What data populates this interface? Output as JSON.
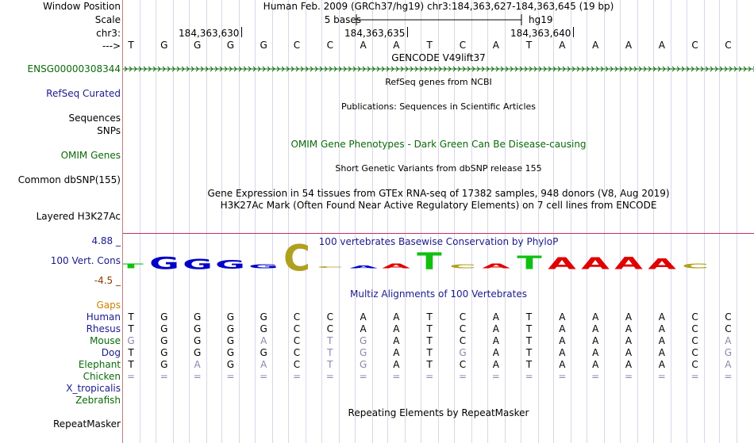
{
  "header": {
    "window_position_label": "Window Position",
    "scale_label": "Scale",
    "chrom_label": "chr3:",
    "arrow_label": "--->",
    "position_text": "Human Feb. 2009 (GRCh37/hg19)   chr3:184,363,627-184,363,645 (19 bp)",
    "scale_text": "5 bases",
    "assembly": "hg19",
    "ruler_ticks": [
      "184,363,630",
      "184,363,635",
      "184,363,640"
    ],
    "sequence": [
      "T",
      "G",
      "G",
      "G",
      "G",
      "C",
      "C",
      "A",
      "A",
      "T",
      "C",
      "A",
      "T",
      "A",
      "A",
      "A",
      "A",
      "C",
      "C"
    ]
  },
  "tracks": {
    "gencode_title": "GENCODE V49lift37",
    "gencode_label": "ENSG00000308344",
    "refseq_title": "RefSeq genes from NCBI",
    "refseq_label": "RefSeq Curated",
    "publications_title": "Publications: Sequences in Scientific Articles",
    "sequences_label": "Sequences",
    "snps_label": "SNPs",
    "omim_title": "OMIM Gene Phenotypes - Dark Green Can Be Disease-causing",
    "omim_label": "OMIM Genes",
    "dbsnp_title": "Short Genetic Variants from dbSNP release 155",
    "dbsnp_label": "Common dbSNP(155)",
    "gtex_title": "Gene Expression in 54 tissues from GTEx RNA-seq of 17382 samples, 948 donors (V8, Aug 2019)",
    "h3k27_title": "H3K27Ac Mark (Often Found Near Active Regulatory Elements) on 7 cell lines from ENCODE",
    "h3k27_label": "Layered H3K27Ac",
    "cons_title": "100 vertebrates Basewise Conservation by PhyloP",
    "cons_label": "100 Vert. Cons",
    "cons_ymax": "4.88 _",
    "cons_ymin": "-4.5 _",
    "multiz_title": "Multiz Alignments of 100 Vertebrates",
    "gaps_label": "Gaps",
    "repeat_title": "Repeating Elements by RepeatMasker",
    "repeat_label": "RepeatMasker"
  },
  "alignment": [
    {
      "species": "Human",
      "color": "#1a1a8c",
      "bases": [
        "T",
        "G",
        "G",
        "G",
        "G",
        "C",
        "C",
        "A",
        "A",
        "T",
        "C",
        "A",
        "T",
        "A",
        "A",
        "A",
        "A",
        "C",
        "C"
      ]
    },
    {
      "species": "Rhesus",
      "color": "#1a1a8c",
      "bases": [
        "T",
        "G",
        "G",
        "G",
        "G",
        "C",
        "C",
        "A",
        "A",
        "T",
        "C",
        "A",
        "T",
        "A",
        "A",
        "A",
        "A",
        "C",
        "C"
      ]
    },
    {
      "species": "Mouse",
      "color": "#0a6a0a",
      "bases": [
        "G",
        "G",
        "G",
        "G",
        "A",
        "C",
        "T",
        "G",
        "A",
        "T",
        "C",
        "A",
        "T",
        "A",
        "A",
        "A",
        "A",
        "C",
        "A"
      ]
    },
    {
      "species": "Dog",
      "color": "#1a1a8c",
      "bases": [
        "T",
        "G",
        "G",
        "G",
        "G",
        "C",
        "T",
        "G",
        "A",
        "T",
        "G",
        "A",
        "T",
        "A",
        "A",
        "A",
        "A",
        "C",
        "G"
      ]
    },
    {
      "species": "Elephant",
      "color": "#0a6a0a",
      "bases": [
        "T",
        "G",
        "A",
        "G",
        "A",
        "C",
        "T",
        "G",
        "A",
        "T",
        "C",
        "A",
        "T",
        "A",
        "A",
        "A",
        "A",
        "C",
        "A"
      ]
    },
    {
      "species": "Chicken",
      "color": "#0a6a0a",
      "bases": [
        "=",
        "=",
        "=",
        "=",
        "=",
        "=",
        "=",
        "=",
        "=",
        "=",
        "=",
        "=",
        "=",
        "=",
        "=",
        "=",
        "=",
        "=",
        "="
      ]
    },
    {
      "species": "X_tropicalis",
      "color": "#1a1a8c",
      "bases": []
    },
    {
      "species": "Zebrafish",
      "color": "#0a6a0a",
      "bases": []
    }
  ],
  "conservation_logo": [
    {
      "base": "T",
      "score": 0.6,
      "color": "#10c010"
    },
    {
      "base": "G",
      "score": 1.6,
      "color": "#0000c8"
    },
    {
      "base": "G",
      "score": 1.3,
      "color": "#0000c8"
    },
    {
      "base": "G",
      "score": 1.1,
      "color": "#0000c8"
    },
    {
      "base": "G",
      "score": 0.5,
      "color": "#0000c8"
    },
    {
      "base": "C",
      "score": 3.4,
      "color": "#b0a020"
    },
    {
      "base": "C",
      "score": 0.0,
      "color": "#b0a020"
    },
    {
      "base": "A",
      "score": 0.3,
      "color": "#0000c8"
    },
    {
      "base": "A",
      "score": 0.6,
      "color": "#e00000"
    },
    {
      "base": "T",
      "score": 2.2,
      "color": "#10c010"
    },
    {
      "base": "C",
      "score": 0.5,
      "color": "#b0a020"
    },
    {
      "base": "A",
      "score": 0.6,
      "color": "#e00000"
    },
    {
      "base": "T",
      "score": 1.7,
      "color": "#10c010"
    },
    {
      "base": "A",
      "score": 1.5,
      "color": "#e00000"
    },
    {
      "base": "A",
      "score": 1.5,
      "color": "#e00000"
    },
    {
      "base": "A",
      "score": 1.6,
      "color": "#e00000"
    },
    {
      "base": "A",
      "score": 1.4,
      "color": "#e00000"
    },
    {
      "base": "C",
      "score": 0.6,
      "color": "#b0a020"
    },
    {
      "base": "",
      "score": 0,
      "color": "#b0a020"
    }
  ],
  "colors": {
    "gencode": "#0a6a0a",
    "refseq": "#1a1a8c",
    "omim": "#0a6a0a",
    "cons": "#1a1a8c",
    "cons_ymin": "#8b3a00",
    "gaps": "#d08000",
    "divider": "#c0306a"
  }
}
